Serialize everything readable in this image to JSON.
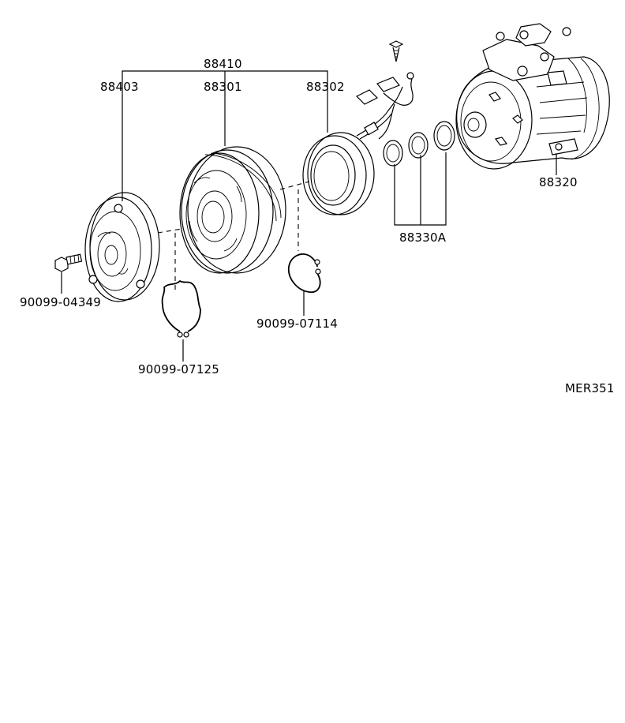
{
  "labels": {
    "assembly": "88410",
    "hub": "88403",
    "pulley": "88301",
    "coil": "88302",
    "compressor": "88320",
    "shims": "88330A",
    "bolt": "90099-04349",
    "snap_ring_large": "90099-07125",
    "snap_ring_small": "90099-07114",
    "figure_code": "MER351"
  }
}
